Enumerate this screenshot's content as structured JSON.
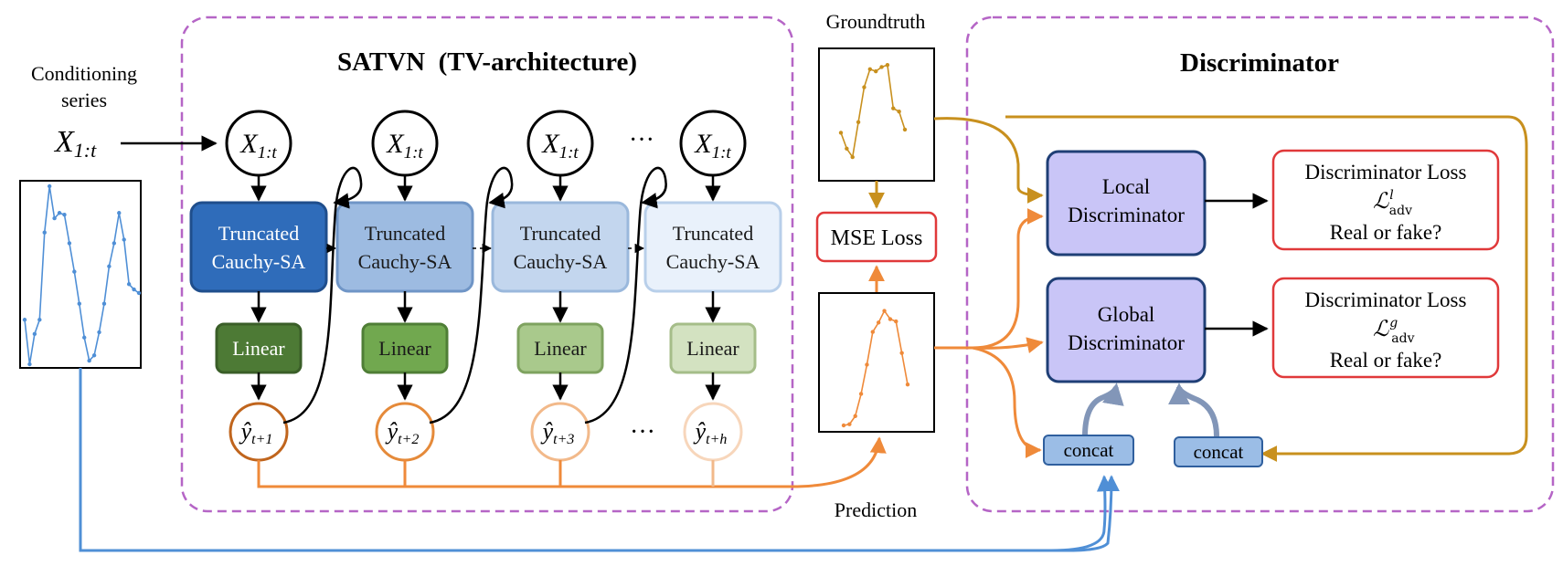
{
  "conditioning": {
    "label_line1": "Conditioning",
    "label_line2": "series",
    "symbol": "X",
    "symbol_sub": "1:t"
  },
  "satvn": {
    "title": "SATVN  (TV-architecture)"
  },
  "blocks": [
    {
      "input_symbol": "X",
      "input_sub": "1:t",
      "sa_line1": "Truncated",
      "sa_line2": "Cauchy-SA",
      "linear": "Linear",
      "out_symbol": "ŷ",
      "out_sub": "t+1",
      "sa_fill": "#2f6cba",
      "sa_stroke": "#1f4e8c",
      "sa_text": "#ffffff",
      "lin_fill": "#4d7a35",
      "lin_stroke": "#3a5e28",
      "lin_text": "#ffffff",
      "out_stroke": "#c0651d"
    },
    {
      "input_symbol": "X",
      "input_sub": "1:t",
      "sa_line1": "Truncated",
      "sa_line2": "Cauchy-SA",
      "linear": "Linear",
      "out_symbol": "ŷ",
      "out_sub": "t+2",
      "sa_fill": "#9dbbe1",
      "sa_stroke": "#6f95c6",
      "sa_text": "#1a1a1a",
      "lin_fill": "#71a84f",
      "lin_stroke": "#4f7e36",
      "lin_text": "#1a1a1a",
      "out_stroke": "#e58a3a"
    },
    {
      "input_symbol": "X",
      "input_sub": "1:t",
      "sa_line1": "Truncated",
      "sa_line2": "Cauchy-SA",
      "linear": "Linear",
      "out_symbol": "ŷ",
      "out_sub": "t+3",
      "sa_fill": "#c3d6ee",
      "sa_stroke": "#9ab8dc",
      "sa_text": "#1a1a1a",
      "lin_fill": "#a9c98c",
      "lin_stroke": "#7ea25f",
      "lin_text": "#1a1a1a",
      "out_stroke": "#f2b98a"
    },
    {
      "input_symbol": "X",
      "input_sub": "1:t",
      "sa_line1": "Truncated",
      "sa_line2": "Cauchy-SA",
      "linear": "Linear",
      "out_symbol": "ŷ",
      "out_sub": "t+h",
      "sa_fill": "#e9f1fb",
      "sa_stroke": "#b8cfea",
      "sa_text": "#1a1a1a",
      "lin_fill": "#d3e2c1",
      "lin_stroke": "#a5bd89",
      "lin_text": "#1a1a1a",
      "out_stroke": "#f7d6bb"
    }
  ],
  "ellipsis": "···",
  "groundtruth": {
    "label": "Groundtruth",
    "values": [
      0.35,
      0.2,
      0.12,
      0.45,
      0.78,
      0.95,
      0.93,
      0.97,
      0.99,
      0.58,
      0.55,
      0.38
    ]
  },
  "prediction": {
    "label": "Prediction",
    "values": [
      0.0,
      0.01,
      0.08,
      0.27,
      0.52,
      0.8,
      0.88,
      0.98,
      0.91,
      0.89,
      0.62,
      0.35
    ]
  },
  "conditioning_values": [
    0.25,
    0.0,
    0.17,
    0.25,
    0.74,
    1.0,
    0.82,
    0.85,
    0.84,
    0.68,
    0.52,
    0.34,
    0.15,
    0.02,
    0.05,
    0.18,
    0.34,
    0.55,
    0.68,
    0.85,
    0.7,
    0.45,
    0.42,
    0.4
  ],
  "mse": {
    "label": "MSE Loss"
  },
  "discriminator": {
    "title": "Discriminator",
    "local_line1": "Local",
    "local_line2": "Discriminator",
    "global_line1": "Global",
    "global_line2": "Discriminator",
    "loss_label": "Discriminator Loss",
    "loss_local_symbol": "ℒ",
    "loss_local_sup": "l",
    "loss_local_sub": "adv",
    "loss_global_symbol": "ℒ",
    "loss_global_sup": "g",
    "loss_global_sub": "adv",
    "real_or_fake": "Real or fake?",
    "concat_label": "concat"
  },
  "colors": {
    "dashed_border": "#b565c6",
    "orange": "#ef8a3a",
    "gold": "#c8901e",
    "blue": "#4f8fd6",
    "disc_fill": "#c9c5f7",
    "disc_stroke": "#1f3f76",
    "loss_stroke": "#e0393a",
    "concat_fill": "#9bbde6",
    "concat_stroke": "#2f5f9e",
    "concat_arrow": "#8296b8"
  }
}
